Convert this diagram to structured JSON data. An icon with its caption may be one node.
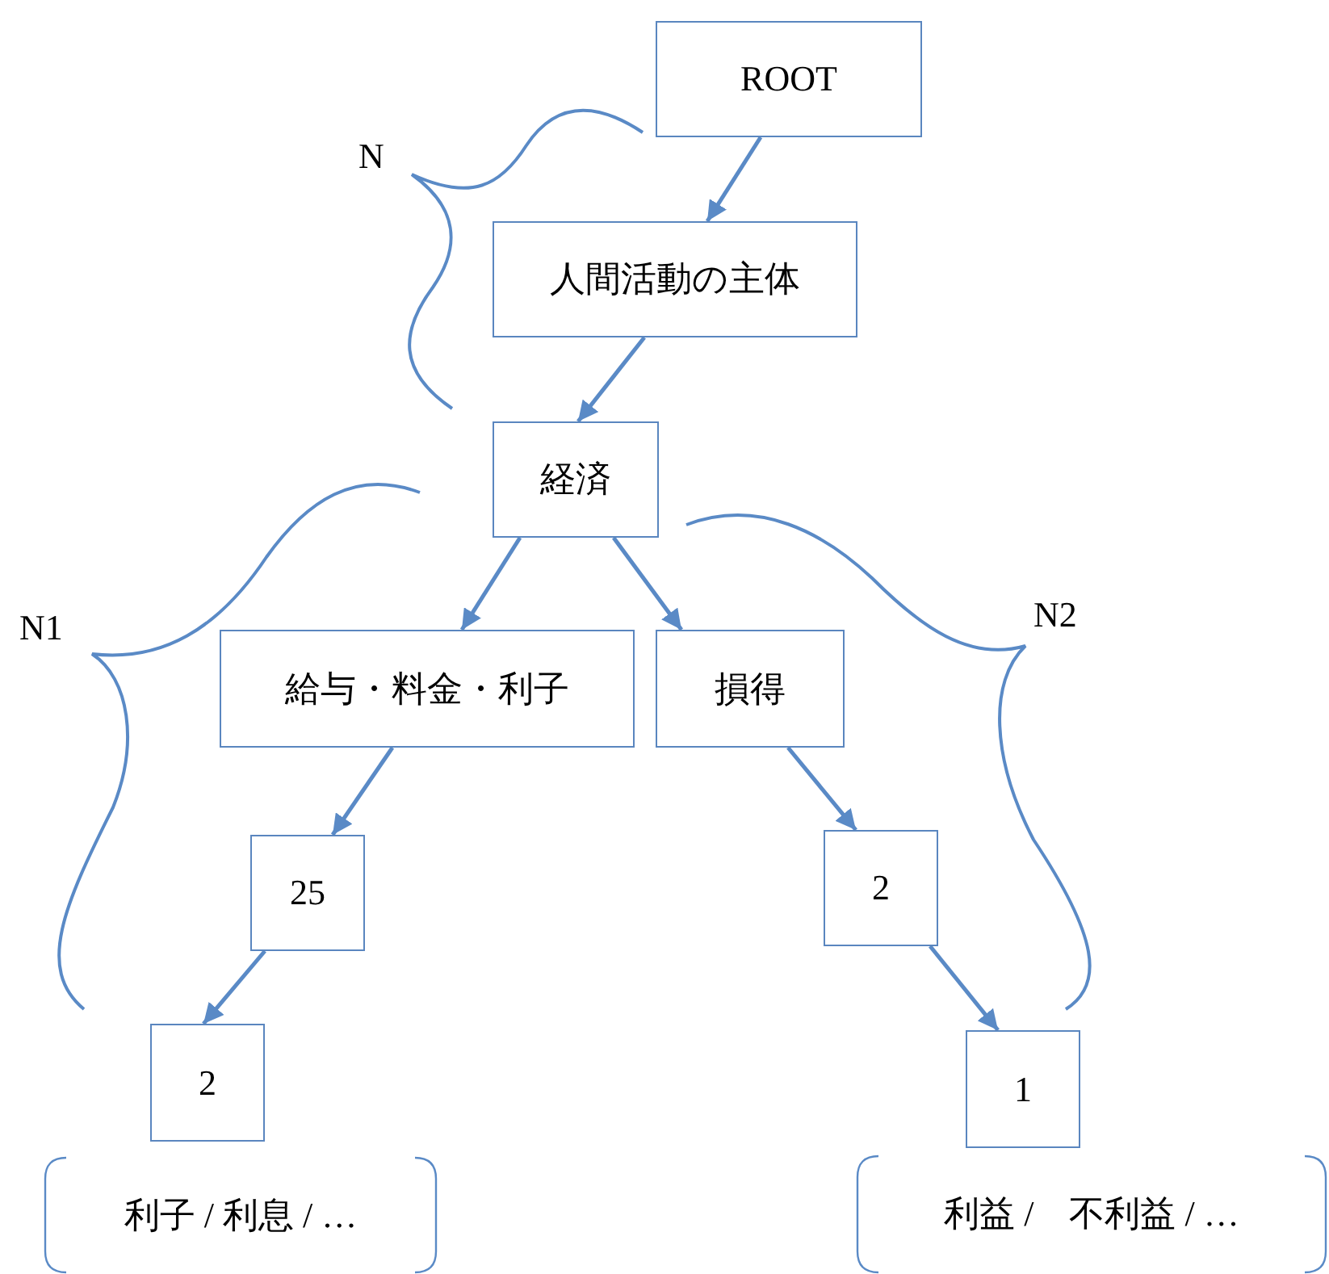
{
  "diagram": {
    "nodes": [
      {
        "text": [
          "ROOT"
        ]
      },
      {
        "text": [
          "人間活動の主体"
        ]
      },
      {
        "text": [
          "経済"
        ]
      },
      {
        "text": [
          "給与・料金・利子"
        ]
      },
      {
        "text": [
          "損得"
        ]
      },
      {
        "text": [
          "25"
        ]
      },
      {
        "text": [
          "2"
        ]
      },
      {
        "text": [
          "2"
        ]
      },
      {
        "text": [
          "1"
        ]
      },
      {
        "text": [
          "利子 / 利息 / …"
        ]
      },
      {
        "text": [
          "利益 /　不利益 / …"
        ]
      }
    ],
    "edges": [
      {
        "from": 0,
        "to": 1,
        "arrow": "to"
      },
      {
        "from": 1,
        "to": 2,
        "arrow": "to"
      },
      {
        "from": 2,
        "to": 3,
        "arrow": "to"
      },
      {
        "from": 2,
        "to": 4,
        "arrow": "to"
      },
      {
        "from": 3,
        "to": 5,
        "arrow": "to"
      },
      {
        "from": 5,
        "to": 7,
        "arrow": "to"
      },
      {
        "from": 4,
        "to": 6,
        "arrow": "to"
      },
      {
        "from": 6,
        "to": 8,
        "arrow": "to"
      }
    ],
    "labels": [
      "N",
      "N1",
      "N2"
    ]
  }
}
